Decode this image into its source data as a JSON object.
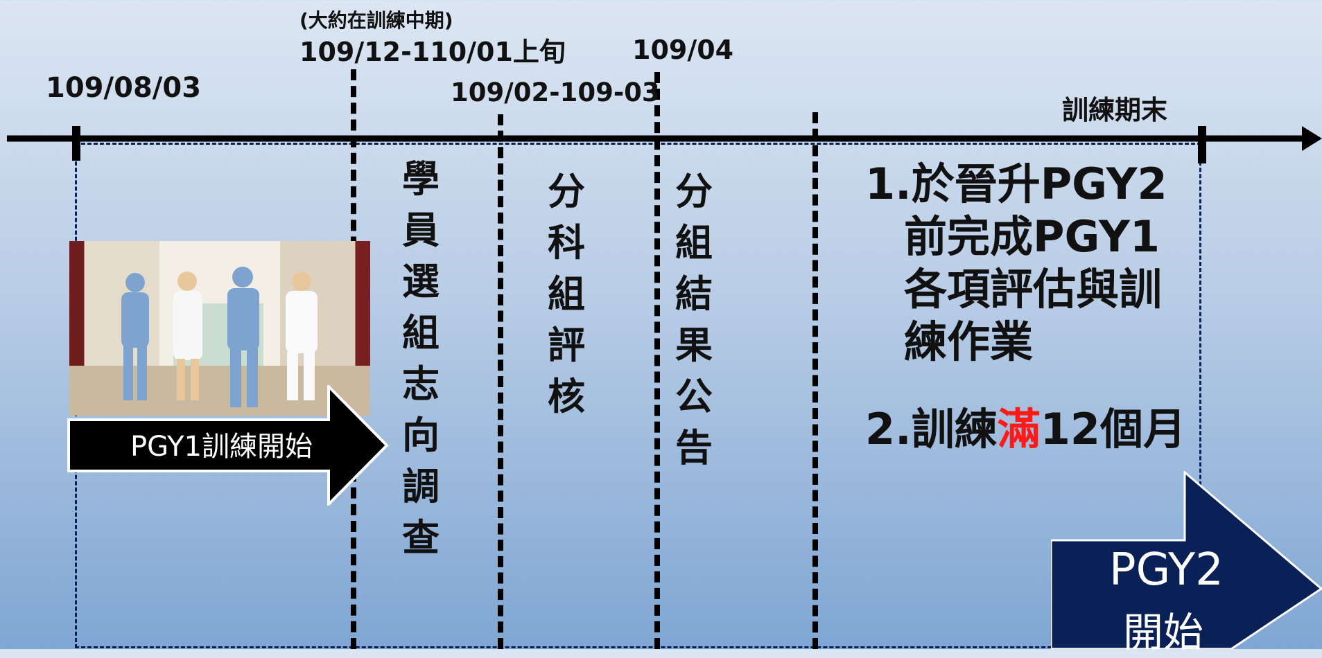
{
  "timeline": {
    "start_date": "109/08/03",
    "survey_note": "(大約在訓練中期)",
    "survey_date": "109/12-110/01上旬",
    "review_date": "109/02-109-03",
    "announce_date": "109/04",
    "end_label": "訓練期末"
  },
  "phases": {
    "start_arrow_label": "PGY1訓練開始",
    "survey_chars": [
      "學",
      "員",
      "選",
      "組",
      "志",
      "向",
      "調",
      "查"
    ],
    "review_chars": [
      "分",
      "科",
      "組",
      "評",
      "核"
    ],
    "announce_chars": [
      "分",
      "組",
      "結",
      "果",
      "公",
      "告"
    ]
  },
  "requirements": {
    "item1_lines": [
      "1.於晉升PGY2",
      "前完成PGY1",
      "各項評估與訓",
      "練作業"
    ],
    "item2_prefix": "2.訓練",
    "item2_highlight": "滿",
    "item2_suffix": "12個月"
  },
  "end_arrow": {
    "line1": "PGY2",
    "line2": "開始"
  },
  "colors": {
    "navy": "#0a2158",
    "black": "#000000",
    "highlight_red": "#ff1a1a"
  }
}
